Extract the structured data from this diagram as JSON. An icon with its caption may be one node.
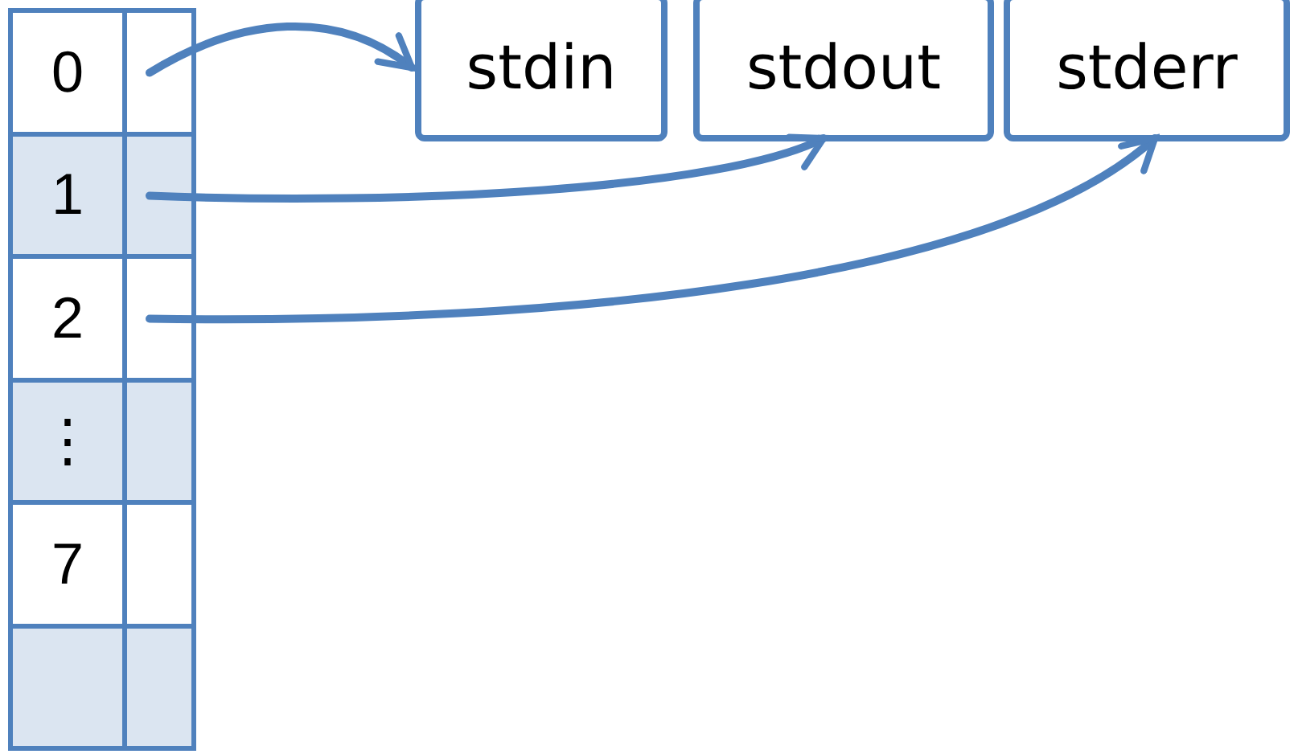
{
  "diagram": {
    "nodes": [
      {
        "text": [
          "0"
        ]
      },
      {
        "text": [
          "1"
        ]
      },
      {
        "text": [
          "2"
        ]
      },
      {
        "text": [
          "⋮"
        ]
      },
      {
        "text": [
          "7"
        ]
      },
      {
        "text": [],
        "shape": "box"
      },
      {
        "text": [
          "stdin"
        ]
      },
      {
        "text": [
          "stdout"
        ]
      },
      {
        "text": [
          "stderr"
        ]
      }
    ],
    "edges": [
      {
        "from": 0,
        "to": 6,
        "arrow": "to"
      },
      {
        "from": 1,
        "to": 7,
        "arrow": "to"
      },
      {
        "from": 2,
        "to": 8,
        "arrow": "to"
      }
    ]
  }
}
